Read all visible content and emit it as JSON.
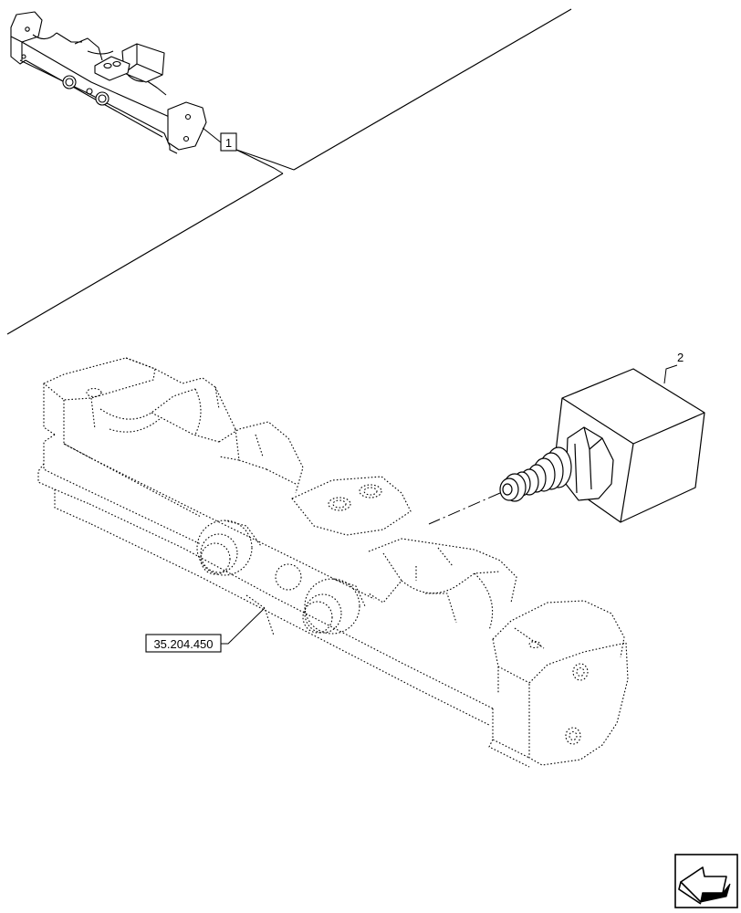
{
  "callouts": {
    "item_1": "1",
    "item_2": "2",
    "reference": "35.204.450"
  },
  "icons": {
    "nav": "next-page-arrow-icon"
  }
}
